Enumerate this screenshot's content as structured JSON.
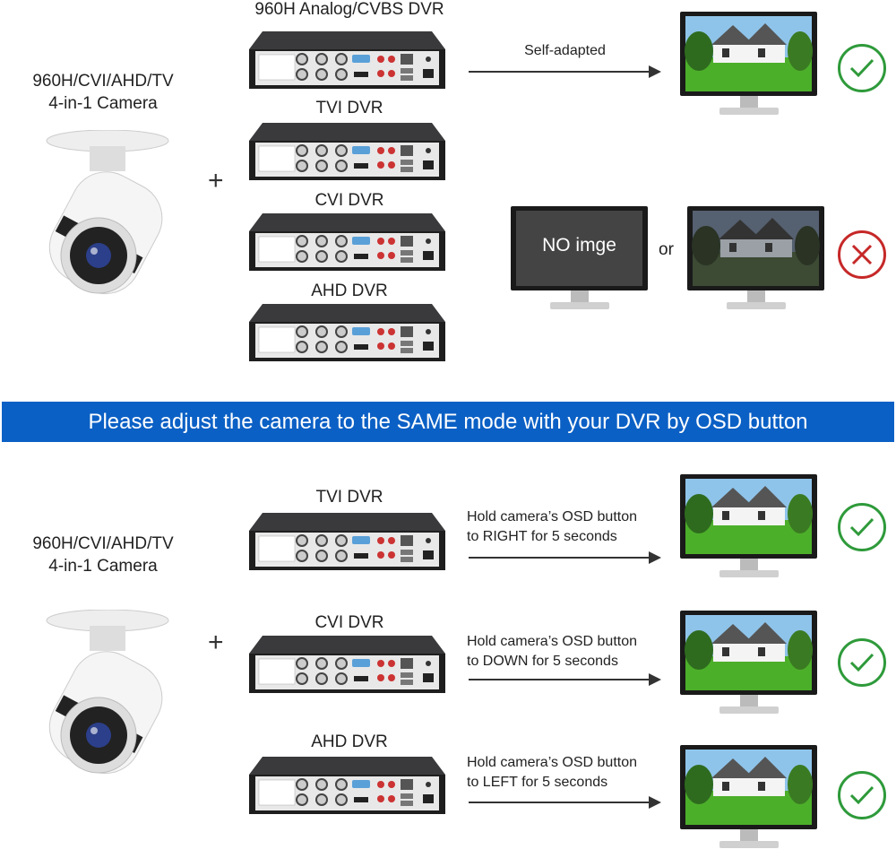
{
  "colors": {
    "banner": "#0b60c5",
    "ok": "#2e9a3a",
    "fail": "#c62828"
  },
  "top": {
    "camera_label_line1": "960H/CVI/AHD/TV",
    "camera_label_line2": "4-in-1 Camera",
    "plus": "+",
    "dvrs": [
      {
        "label": "960H Analog/CVBS DVR"
      },
      {
        "label": "TVI DVR"
      },
      {
        "label": "CVI DVR"
      },
      {
        "label": "AHD DVR"
      }
    ],
    "success_note": "Self-adapted",
    "no_image_text": "NO imge",
    "or_text": "or",
    "success_icon": "check-circle-icon",
    "fail_icon": "x-circle-icon"
  },
  "banner": {
    "text": "Please adjust the camera to the SAME mode with your DVR by OSD button"
  },
  "bottom": {
    "camera_label_line1": "960H/CVI/AHD/TV",
    "camera_label_line2": "4-in-1 Camera",
    "plus": "+",
    "rows": [
      {
        "dvr": "TVI DVR",
        "line1": "Hold camera’s OSD button",
        "line2": "to RIGHT for 5 seconds"
      },
      {
        "dvr": "CVI DVR",
        "line1": "Hold camera’s OSD button",
        "line2": "to DOWN for 5 seconds"
      },
      {
        "dvr": "AHD DVR",
        "line1": "Hold camera’s OSD button",
        "line2": "to LEFT for 5 seconds"
      }
    ]
  }
}
